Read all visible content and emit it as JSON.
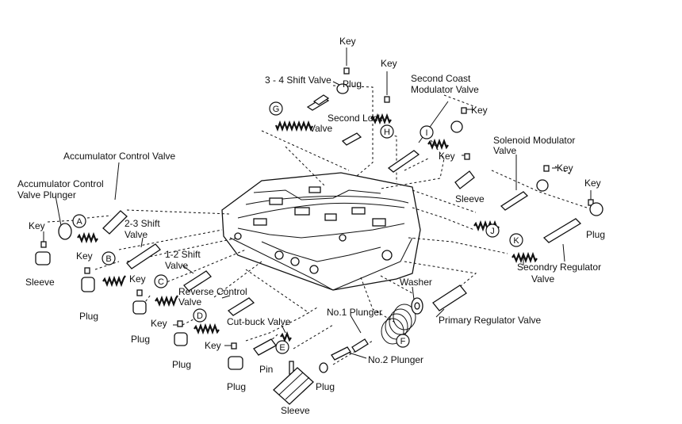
{
  "diagram": {
    "circle_labels": [
      "A",
      "B",
      "C",
      "D",
      "E",
      "F",
      "G",
      "H",
      "I",
      "J",
      "K"
    ],
    "parts": {
      "key": "Key",
      "plug": "Plug",
      "sleeve": "Sleeve",
      "accumulator_control_valve": "Accumulator Control Valve",
      "accumulator_control_valve_plunger_l1": "Accumulator Control",
      "accumulator_control_valve_plunger_l2": "Valve Plunger",
      "shift_2_3_l1": "2-3 Shift",
      "shift_2_3_l2": "Valve",
      "shift_1_2_l1": "1-2 Shift",
      "shift_1_2_l2": "Valve",
      "reverse_control_l1": "Reverse Control",
      "reverse_control_l2": "Valve",
      "cut_back_valve": "Cut-buck Valve",
      "pin": "Pin",
      "shift_3_4": "3 - 4 Shift Valve",
      "second_lock_l1": "Second Lock",
      "second_lock_l2": "Valve",
      "second_coast_l1": "Second Coast",
      "second_coast_l2": "Modulator Valve",
      "solenoid_modulator_l1": "Solenoid Modulator",
      "solenoid_modulator_l2": "Valve",
      "secondary_regulator_l1": "Secondry Regulator",
      "secondary_regulator_l2": "Valve",
      "washer": "Washer",
      "primary_regulator_valve": "Primary Regulator Valve",
      "no1_plunger": "No.1 Plunger",
      "no2_plunger": "No.2 Plunger"
    }
  }
}
